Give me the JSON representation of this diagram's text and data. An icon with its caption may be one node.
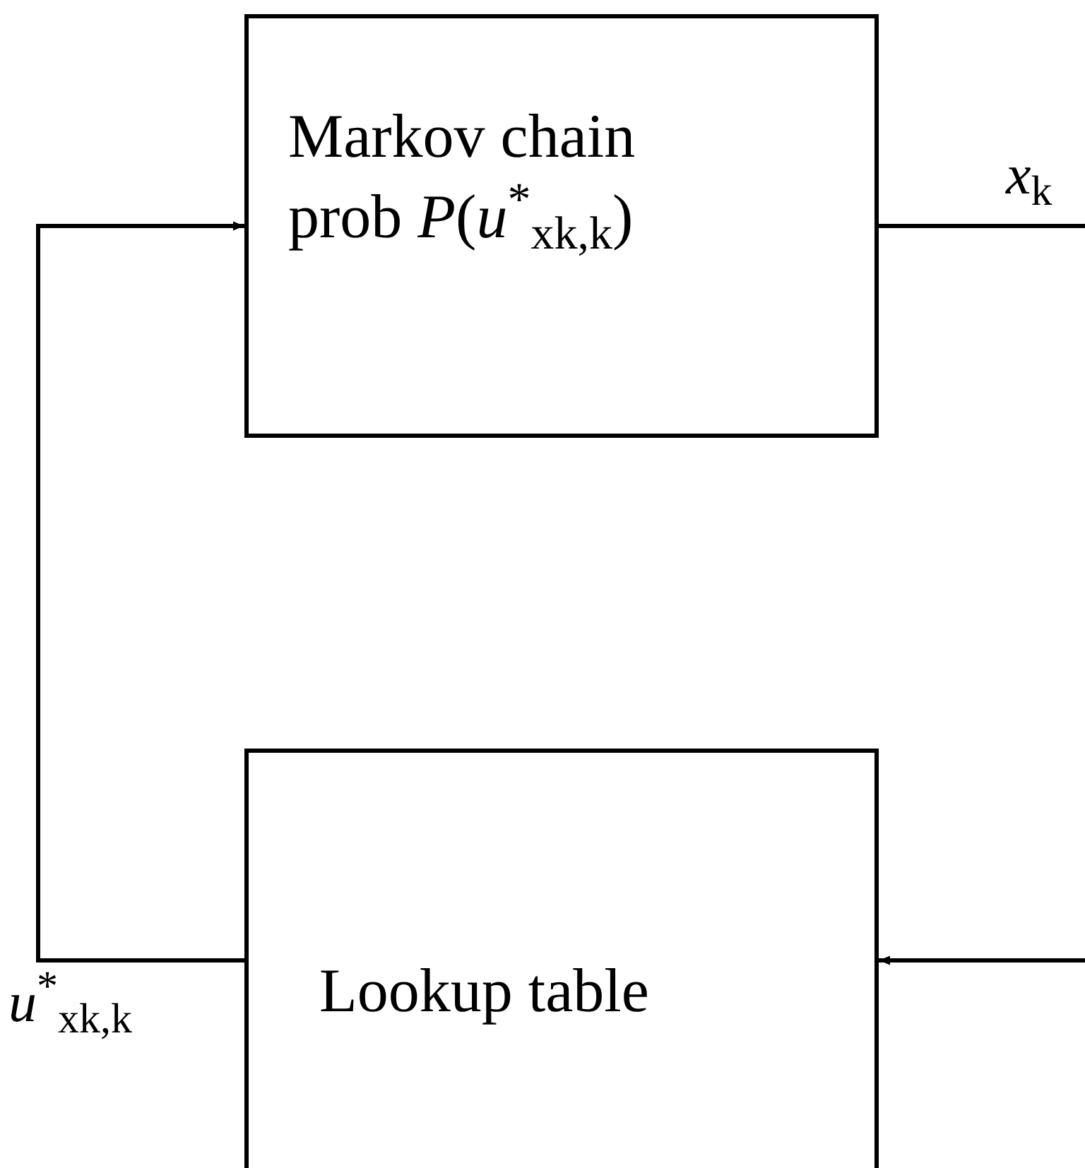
{
  "diagram": {
    "nodes": [
      {
        "text": [
          "Markov chain prob *P*(*u*$^{*}$$_{x}$$_{k}$$_{,k}$)"
        ]
      },
      {
        "text": [
          "Lookup table"
        ]
      }
    ],
    "edges": [
      {
        "from": 0,
        "to": null,
        "arrow": "none",
        "label": "*x*$_{k}$"
      },
      {
        "from": null,
        "to": 1,
        "arrow": "to"
      },
      {
        "from": 1,
        "to": 0,
        "arrow": "to",
        "label": "*u*$^{*}$$_{x}$$_{k}$$_{,k}$"
      }
    ]
  }
}
